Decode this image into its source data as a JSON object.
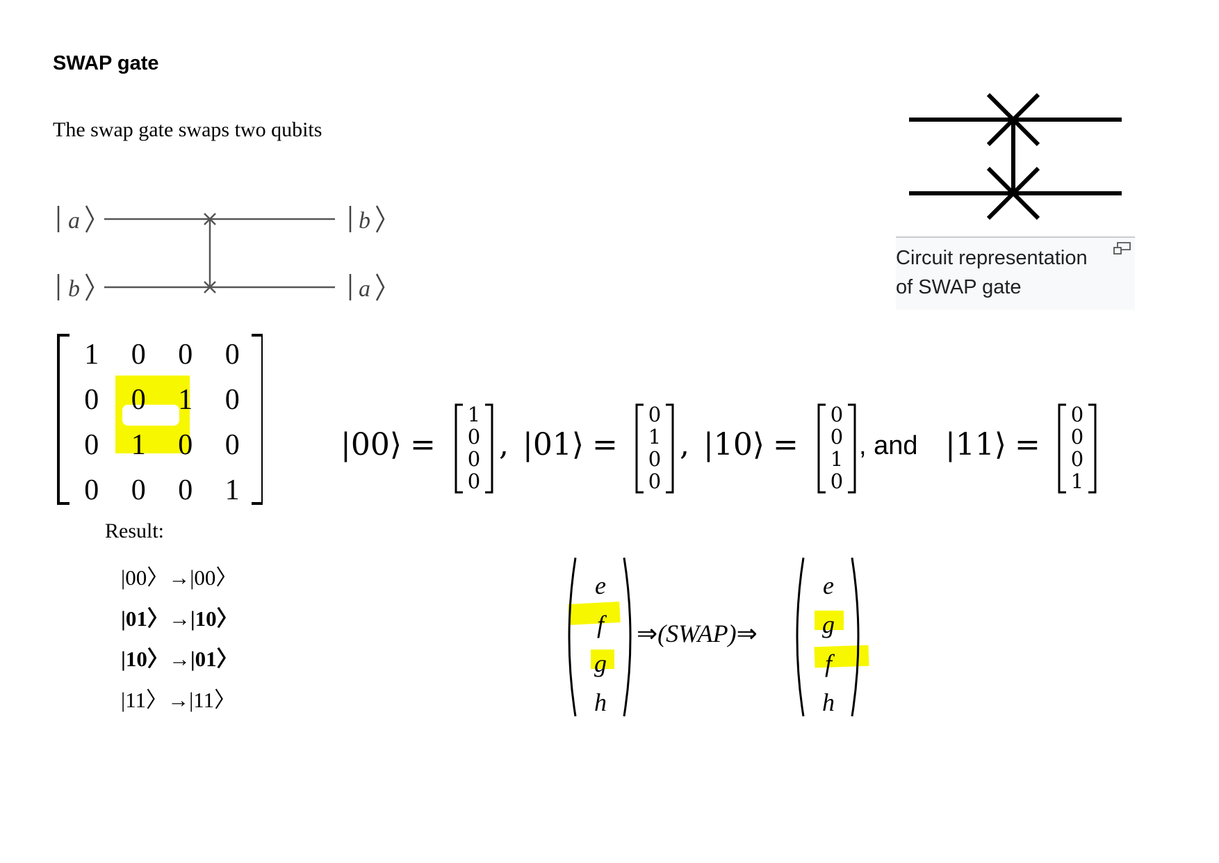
{
  "page": {
    "title": "SWAP gate",
    "intro": "The swap gate swaps two qubits"
  },
  "circuit": {
    "in_top": "a",
    "in_bottom": "b",
    "out_top": "b",
    "out_bottom": "a"
  },
  "figure": {
    "caption_line1": "Circuit representation",
    "caption_line2": "of SWAP gate"
  },
  "matrix": {
    "rows": [
      [
        "1",
        "0",
        "0",
        "0"
      ],
      [
        "0",
        "0",
        "1",
        "0"
      ],
      [
        "0",
        "1",
        "0",
        "0"
      ],
      [
        "0",
        "0",
        "0",
        "1"
      ]
    ],
    "highlight_color": "#f7f700"
  },
  "basis": {
    "k00": "|00⟩",
    "k01": "|01⟩",
    "k10": "|10⟩",
    "k11": "|11⟩",
    "eq": "=",
    "comma": ",",
    "and": ", and",
    "v00": [
      "1",
      "0",
      "0",
      "0"
    ],
    "v01": [
      "0",
      "1",
      "0",
      "0"
    ],
    "v10": [
      "0",
      "0",
      "1",
      "0"
    ],
    "v11": [
      "0",
      "0",
      "0",
      "1"
    ]
  },
  "result": {
    "label": "Result:",
    "lines": [
      {
        "from": "|00〉",
        "arrow": "→",
        "to": "|00〉",
        "bold": false
      },
      {
        "from": "|01〉",
        "arrow": "→",
        "to": "|10〉",
        "bold": true
      },
      {
        "from": "|10〉",
        "arrow": "→",
        "to": "|01〉",
        "bold": true
      },
      {
        "from": "|11〉",
        "arrow": "→",
        "to": "|11〉",
        "bold": false
      }
    ]
  },
  "swap_vector": {
    "left": [
      "e",
      "f",
      "g",
      "h"
    ],
    "right": [
      "e",
      "g",
      "f",
      "h"
    ],
    "arrow": "⇒",
    "op": "(SWAP)"
  }
}
